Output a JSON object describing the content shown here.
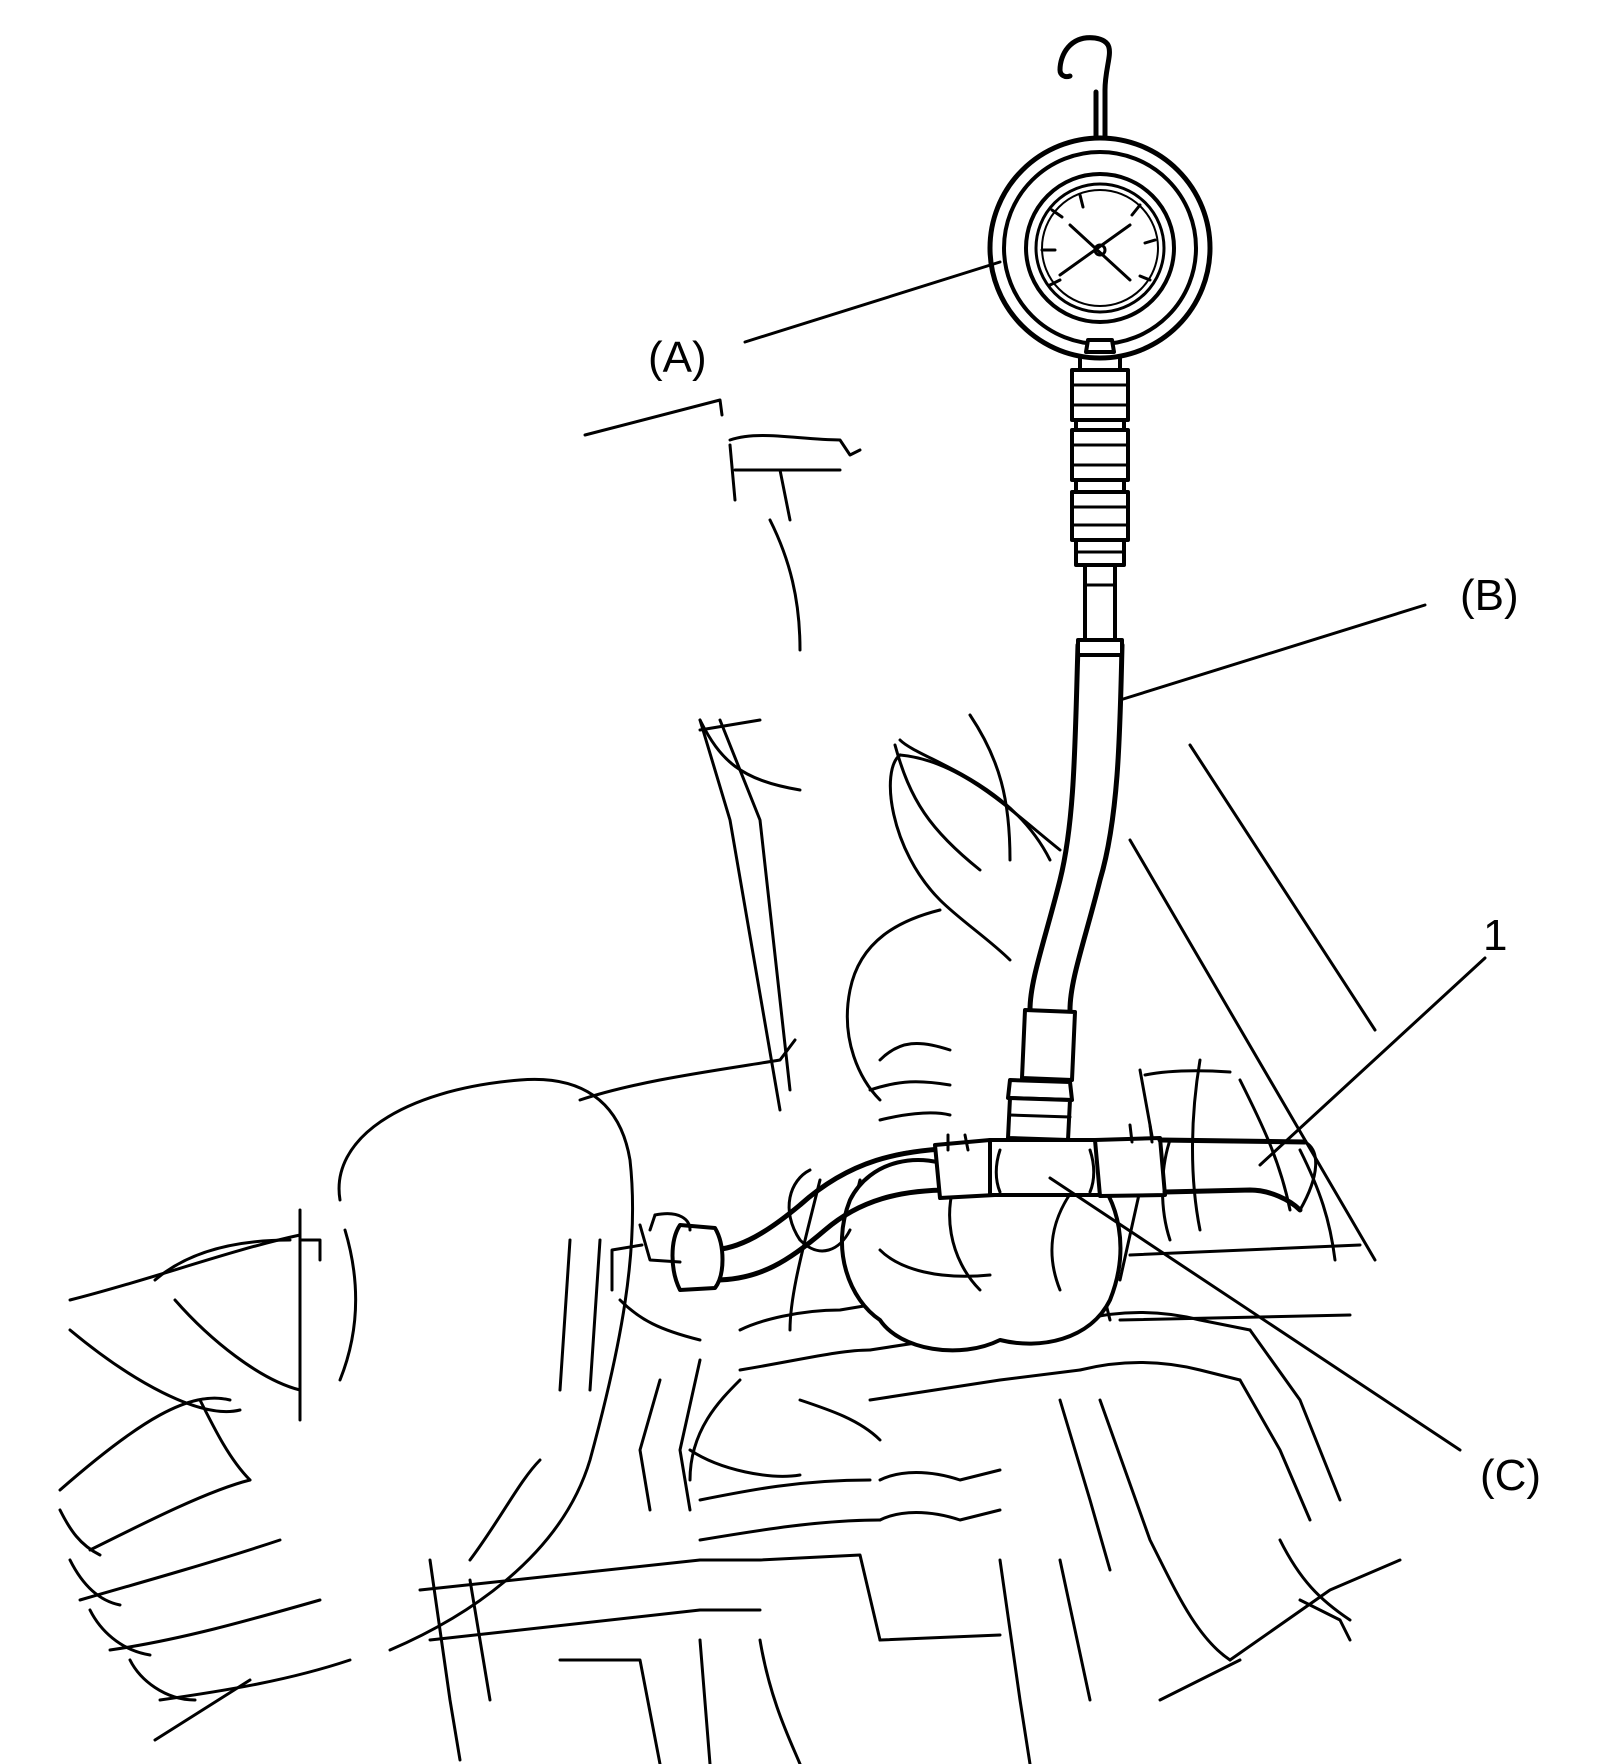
{
  "callouts": {
    "a": "(A)",
    "b": "(B)",
    "c": "(C)",
    "one": "1"
  },
  "parts": {
    "gauge": "pressure-gauge-icon",
    "hook": "hanger-hook-icon",
    "hose": "gauge-hose-icon",
    "tee": "three-way-joint-icon",
    "fuel_line": "fuel-hose-icon"
  }
}
